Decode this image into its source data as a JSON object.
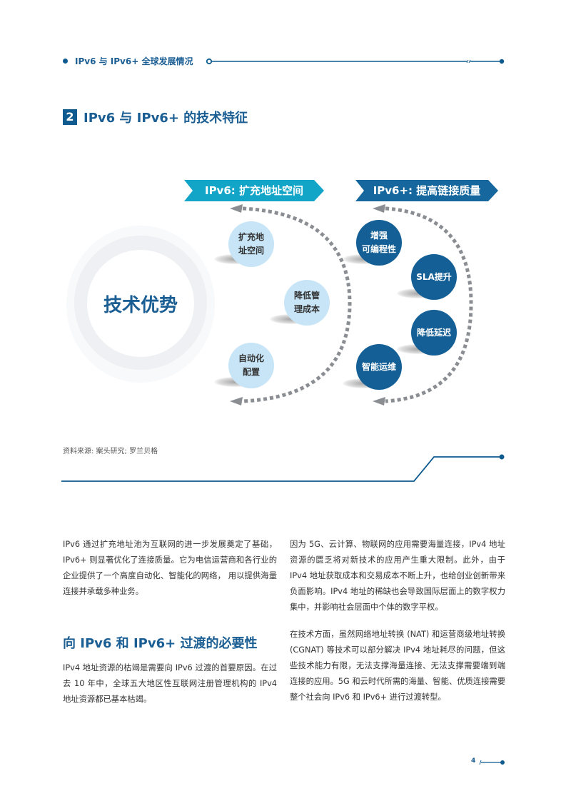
{
  "running_header": {
    "title": "IPv6 与 IPv6+ 全球发展情况",
    "accent_color": "#0f5a8f"
  },
  "section": {
    "number": "2",
    "title": "IPv6 与 IPv6+ 的技术特征"
  },
  "diagram": {
    "core_label": "技术优势",
    "ipv6_banner": "IPv6: 扩充地址空间",
    "ipv6plus_banner": "IPv6+: 提高链接质量",
    "ipv6_features": [
      {
        "line1": "扩充地",
        "line2": "址空间"
      },
      {
        "line1": "降低管",
        "line2": "理成本"
      },
      {
        "line1": "自动化",
        "line2": "配置"
      }
    ],
    "ipv6plus_features": [
      {
        "line1": "增强",
        "line2": "可编程性"
      },
      {
        "line1": "SLA提升",
        "line2": ""
      },
      {
        "line1": "降低延迟",
        "line2": ""
      },
      {
        "line1": "智能运维",
        "line2": ""
      }
    ],
    "colors": {
      "ipv6_banner": "#12a5c7",
      "ipv6plus_banner": "#16679e",
      "light_bubble": "#c7e5f6",
      "dark_bubble": "#145f95",
      "dashed_arc": "#8a8d91"
    }
  },
  "source": "资料来源: 案头研究; 罗兰贝格",
  "body": {
    "left_para1": "IPv6 通过扩充地址池为互联网的进一步发展奠定了基础，IPv6+ 则显著优化了连接质量。它为电信运营商和各行业的企业提供了一个高度自动化、智能化的网络， 用以提供海量连接并承载多种业务。",
    "subheading": "向 IPv6 和 IPv6+ 过渡的必要性",
    "left_para2": "IPv4 地址资源的枯竭是需要向 IPv6 过渡的首要原因。在过去 10 年中，全球五大地区性互联网注册管理机构的 IPv4 地址资源都已基本枯竭。",
    "right_para1": "因为 5G、云计算、物联网的应用需要海量连接，IPv4 地址资源的匮乏将对新技术的应用产生重大限制。此外，由于 IPv4 地址获取成本和交易成本不断上升，也给创业创新带来负面影响。IPv4 地址的稀缺也会导致国际层面上的数字权力集中，并影响社会层面中个体的数字平权。",
    "right_para2": "在技术方面，虽然网络地址转换 (NAT) 和运营商级地址转换 (CGNAT) 等技术可以部分解决 IPv4 地址耗尽的问题，但这些技术能力有限，无法支撑海量连接、无法支撑需要端到端连接的应用。5G 和云时代所需的海量、智能、优质连接需要整个社会向 IPv6 和 IPv6+ 进行过渡转型。"
  },
  "footer": {
    "page_number": "4"
  }
}
